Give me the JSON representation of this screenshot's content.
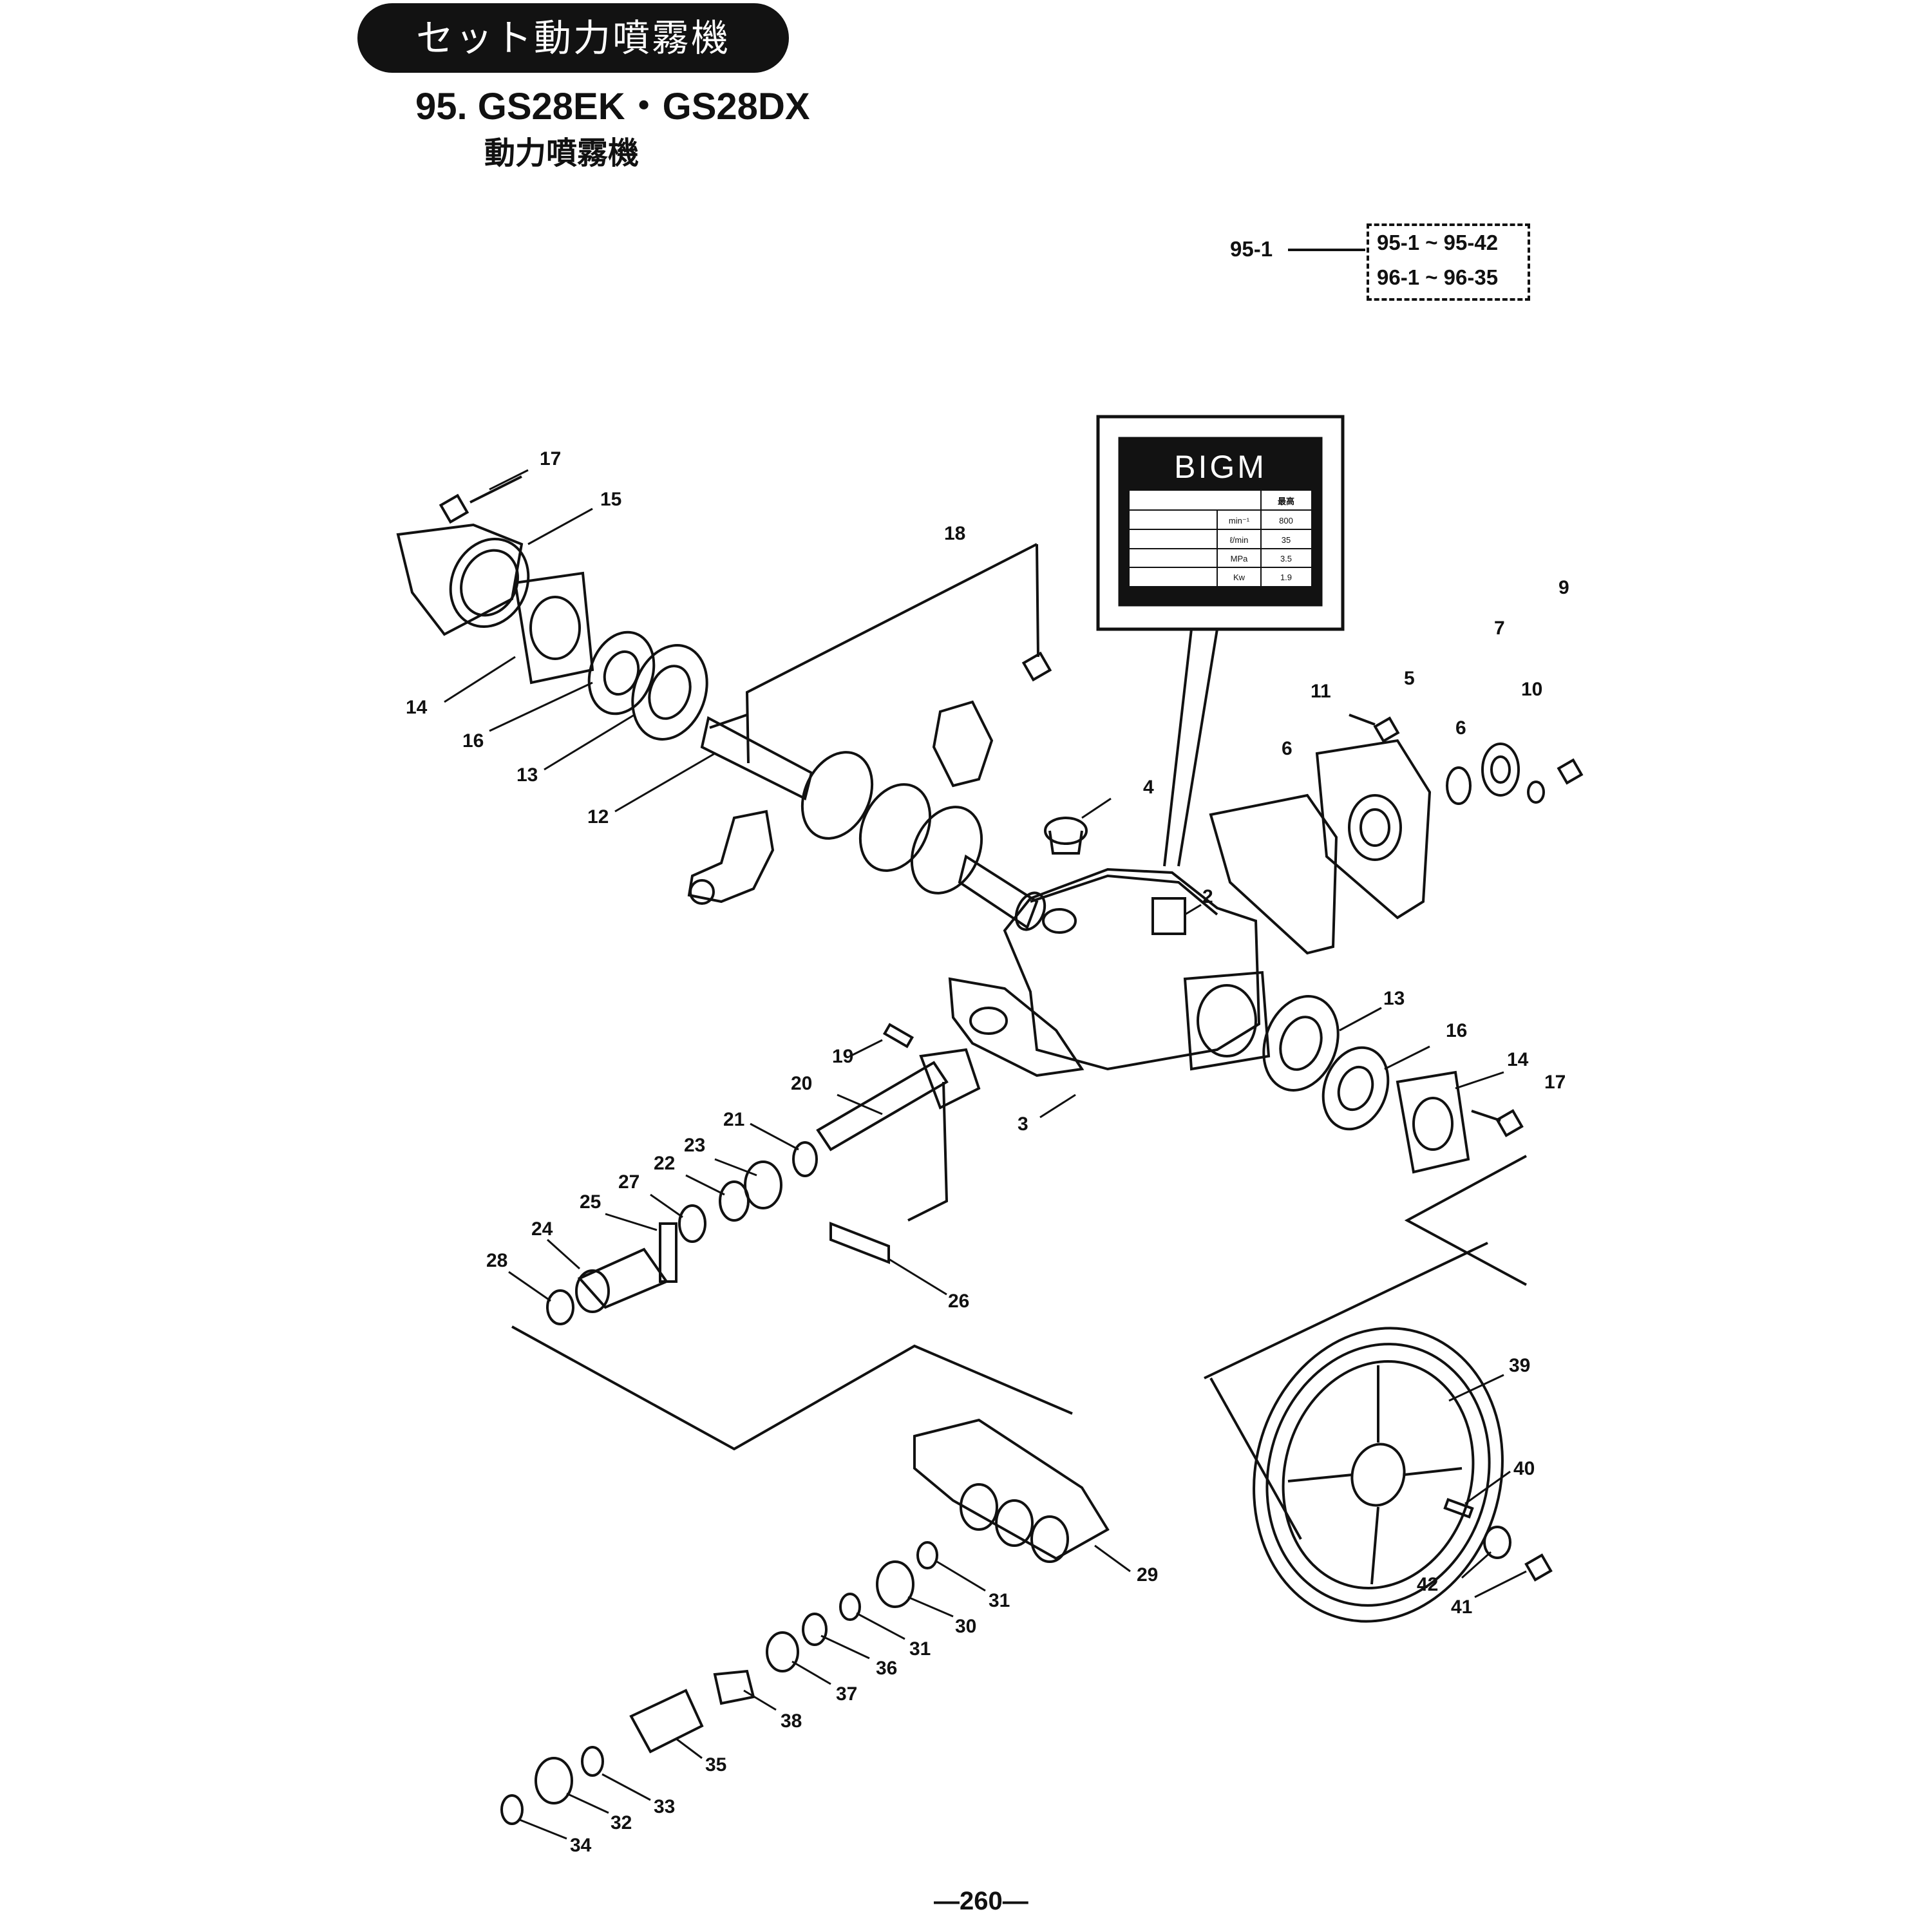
{
  "header": {
    "banner": "セット動力噴霧機",
    "model": "95. GS28EK・GS28DX",
    "subtitle": "動力噴霧機"
  },
  "reference": {
    "assembly": "95-1",
    "range_1": "95-1 ~ 95-42",
    "range_2": "96-1 ~ 96-35"
  },
  "nameplate": {
    "brand": "BIGM",
    "header_value": "最高",
    "rows": [
      {
        "unit": "min⁻¹",
        "value": "800"
      },
      {
        "unit": "ℓ/min",
        "value": "35"
      },
      {
        "unit": "MPa",
        "value": "3.5"
      },
      {
        "unit": "Kw",
        "value": "1.9"
      }
    ]
  },
  "part_labels": [
    {
      "id": "p17a",
      "text": "17"
    },
    {
      "id": "p15",
      "text": "15"
    },
    {
      "id": "p14a",
      "text": "14"
    },
    {
      "id": "p16a",
      "text": "16"
    },
    {
      "id": "p13a",
      "text": "13"
    },
    {
      "id": "p12",
      "text": "12"
    },
    {
      "id": "p18",
      "text": "18"
    },
    {
      "id": "p4",
      "text": "4"
    },
    {
      "id": "p2",
      "text": "2"
    },
    {
      "id": "p3",
      "text": "3"
    },
    {
      "id": "p11",
      "text": "11"
    },
    {
      "id": "p5",
      "text": "5"
    },
    {
      "id": "p6a",
      "text": "6"
    },
    {
      "id": "p6b",
      "text": "6"
    },
    {
      "id": "p7",
      "text": "7"
    },
    {
      "id": "p10",
      "text": "10"
    },
    {
      "id": "p9",
      "text": "9"
    },
    {
      "id": "p13b",
      "text": "13"
    },
    {
      "id": "p16b",
      "text": "16"
    },
    {
      "id": "p14b",
      "text": "14"
    },
    {
      "id": "p17b",
      "text": "17"
    },
    {
      "id": "p19",
      "text": "19"
    },
    {
      "id": "p20",
      "text": "20"
    },
    {
      "id": "p21",
      "text": "21"
    },
    {
      "id": "p23",
      "text": "23"
    },
    {
      "id": "p22",
      "text": "22"
    },
    {
      "id": "p27",
      "text": "27"
    },
    {
      "id": "p25",
      "text": "25"
    },
    {
      "id": "p24",
      "text": "24"
    },
    {
      "id": "p28",
      "text": "28"
    },
    {
      "id": "p26",
      "text": "26"
    },
    {
      "id": "p39",
      "text": "39"
    },
    {
      "id": "p40",
      "text": "40"
    },
    {
      "id": "p42",
      "text": "42"
    },
    {
      "id": "p41",
      "text": "41"
    },
    {
      "id": "p29",
      "text": "29"
    },
    {
      "id": "p31a",
      "text": "31"
    },
    {
      "id": "p30",
      "text": "30"
    },
    {
      "id": "p31b",
      "text": "31"
    },
    {
      "id": "p36",
      "text": "36"
    },
    {
      "id": "p37",
      "text": "37"
    },
    {
      "id": "p38",
      "text": "38"
    },
    {
      "id": "p35",
      "text": "35"
    },
    {
      "id": "p33",
      "text": "33"
    },
    {
      "id": "p32",
      "text": "32"
    },
    {
      "id": "p34",
      "text": "34"
    }
  ],
  "footer": {
    "page": "—260—"
  }
}
